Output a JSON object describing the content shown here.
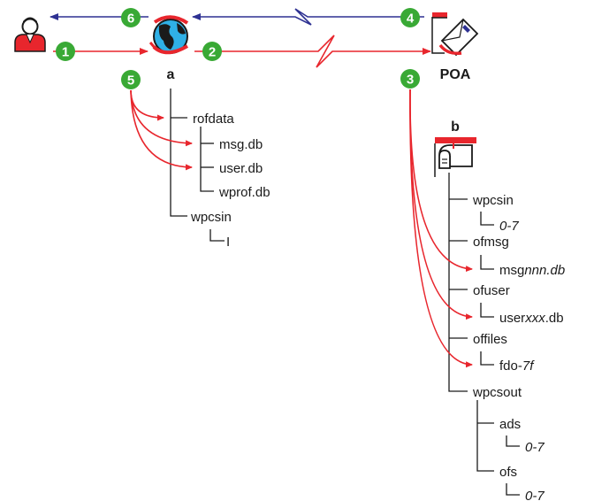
{
  "colors": {
    "red": "#e8262d",
    "blue": "#2e3192",
    "green": "#39a935",
    "text": "#1a1a1a"
  },
  "icons": [
    "user-icon",
    "globe-icon",
    "envelope-icon",
    "mailbox-icon"
  ],
  "steps": [
    "1",
    "2",
    "3",
    "4",
    "5",
    "6"
  ],
  "labels": {
    "a": "a",
    "poa": "POA",
    "b": "b"
  },
  "tree_a": {
    "rofdata": "rofdata",
    "msg_db": "msg.db",
    "user_db": "user.db",
    "wprof_db": "wprof.db",
    "wpcsin": "wpcsin",
    "wpcsin_child": "I"
  },
  "tree_b": {
    "wpcsin": "wpcsin",
    "wpcsin_range": "0-7",
    "ofmsg": "ofmsg",
    "msg_prefix": "msg",
    "msg_italic": "nnn.db",
    "ofuser": "ofuser",
    "user_prefix": "user",
    "user_italic": "xxx",
    "user_suffix": ".db",
    "offiles": "offiles",
    "fdo_prefix": "fdo-",
    "fdo_italic": "7f",
    "wpcsout": "wpcsout",
    "ads": "ads",
    "ads_range": "0-7",
    "ofs": "ofs",
    "ofs_range": "0-7"
  }
}
